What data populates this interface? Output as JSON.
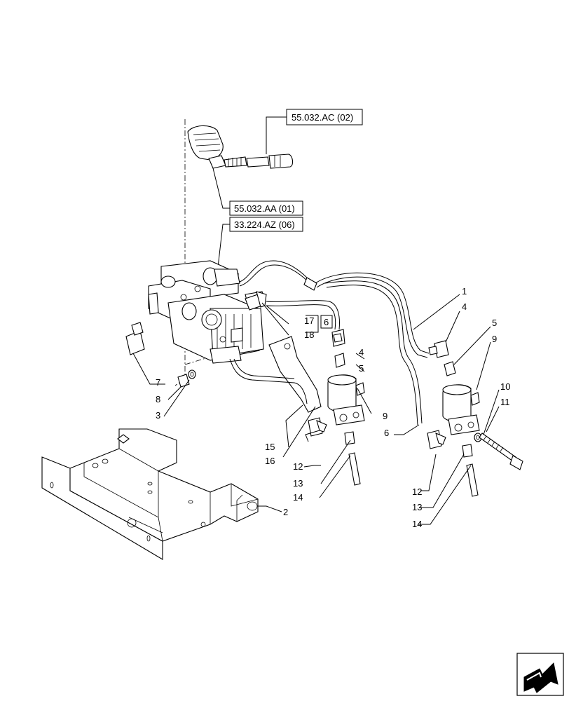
{
  "references": {
    "ref1": "55.032.AC (02)",
    "ref2": "55.032.AA (01)",
    "ref3": "33.224.AZ (06)",
    "ref4": "6"
  },
  "callouts": {
    "c1": "1",
    "c2": "2",
    "c3": "3",
    "c4a": "4",
    "c4b": "4",
    "c5a": "5",
    "c5b": "5",
    "c6": "6",
    "c7": "7",
    "c8": "8",
    "c9a": "9",
    "c9b": "9",
    "c10": "10",
    "c11": "11",
    "c12a": "12",
    "c12b": "12",
    "c13a": "13",
    "c13b": "13",
    "c14a": "14",
    "c14b": "14",
    "c15": "15",
    "c16": "16",
    "c17": "17",
    "c18": "18"
  },
  "icons": {
    "nav": "next-page-arrow-icon"
  }
}
